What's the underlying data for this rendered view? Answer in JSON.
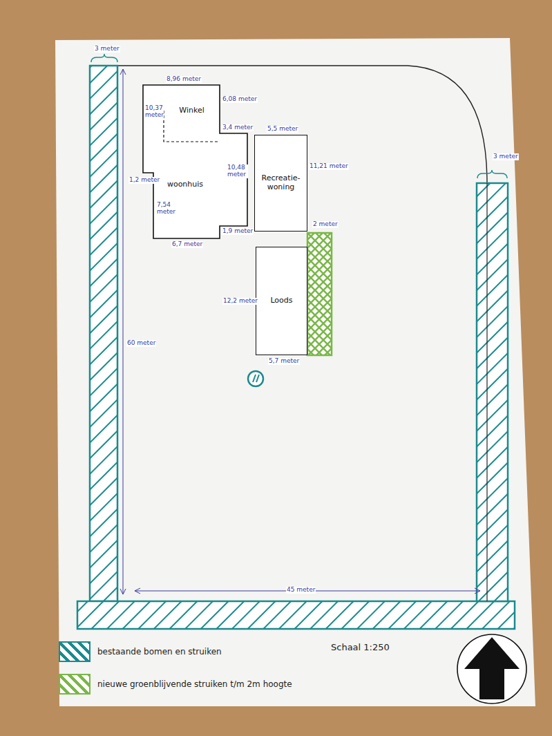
{
  "diagram": {
    "nodes": [
      {
        "text": [
          "Winkel"
        ]
      },
      {
        "text": [
          "woonhuis"
        ]
      },
      {
        "text": [
          "Recreatie- woning"
        ]
      },
      {
        "text": [
          "Loods"
        ]
      }
    ],
    "labels": [
      "3 meter",
      "8,96 meter",
      "6,08 meter",
      "10,37 meter",
      "3,4 meter",
      "5,5 meter",
      "10,48 meter",
      "11,21 meter",
      "1,2 meter",
      "7,54 meter",
      "1,9 meter",
      "6,7 meter",
      "2 meter",
      "12,2 meter",
      "5,7 meter",
      "3 meter",
      "60 meter",
      "45 meter",
      "Schaal 1:250"
    ],
    "legend": [
      {
        "text": "bestaande bomen en struiken",
        "color": "#1b8a8c"
      },
      {
        "text": "nieuwe groenblijvende struiken t/m 2m hoogte",
        "color": "#7ab648"
      }
    ]
  }
}
